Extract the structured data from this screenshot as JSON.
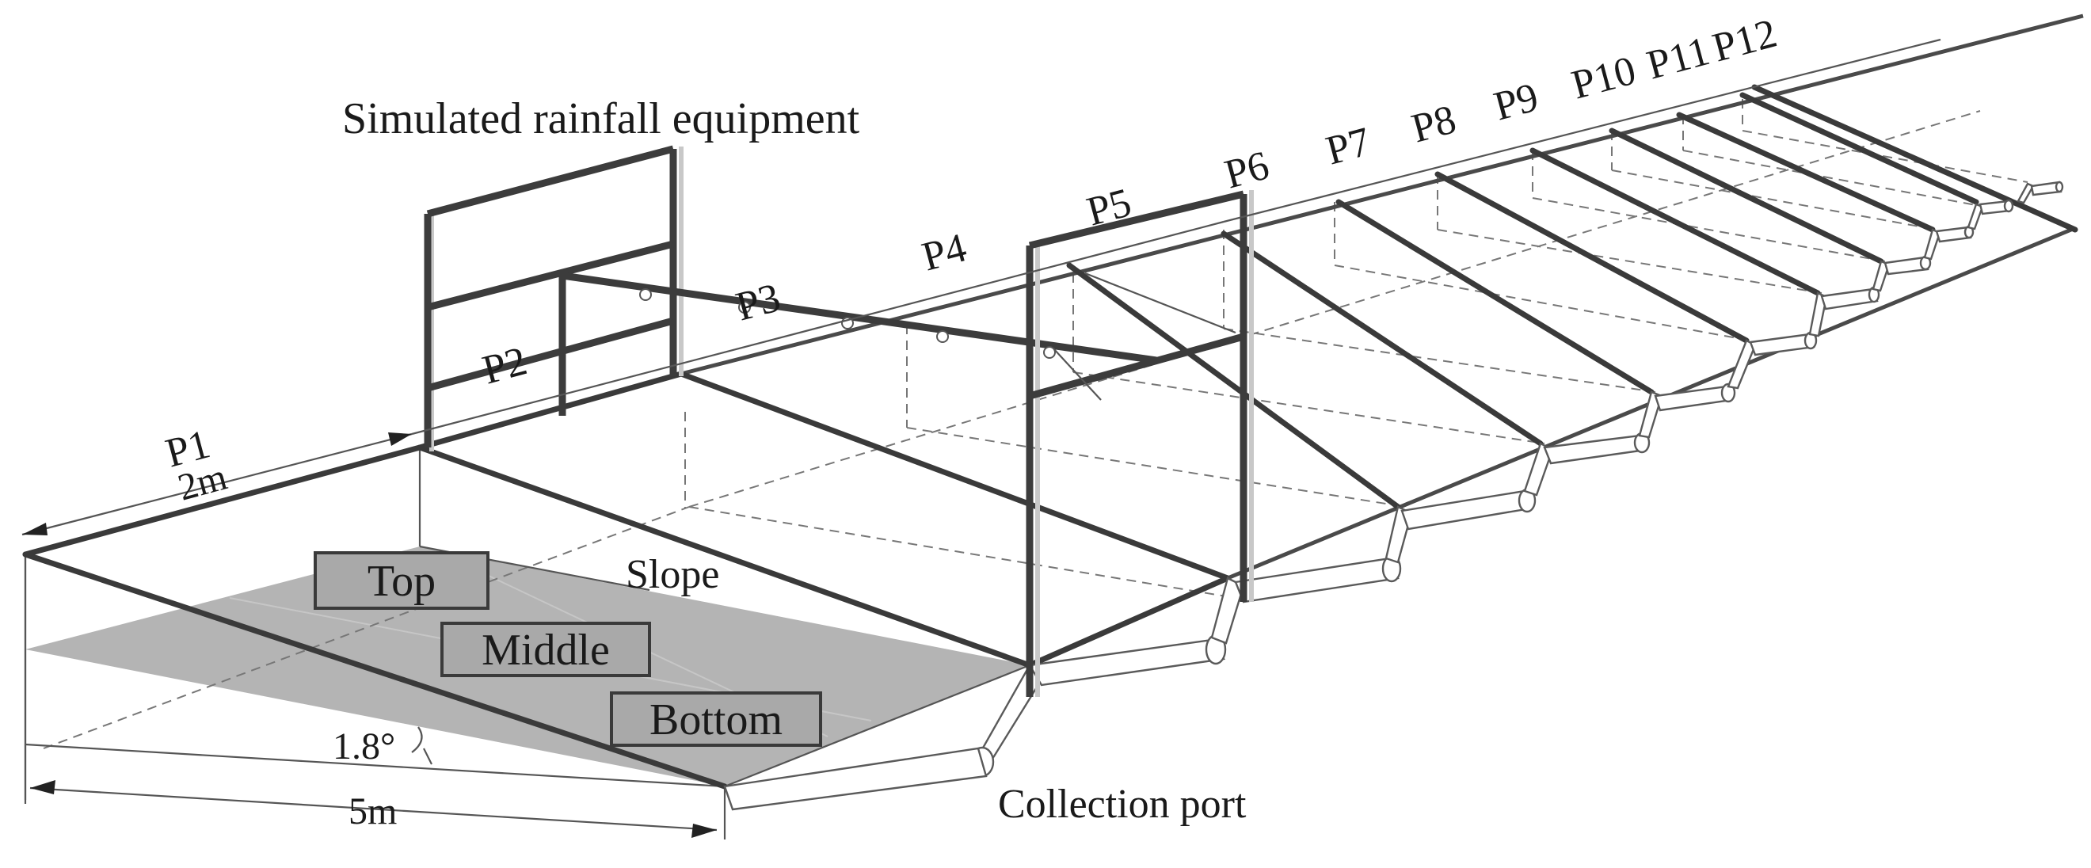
{
  "labels": {
    "rainfall_equipment": "Simulated rainfall equipment",
    "slope": "Slope",
    "collection_port": "Collection port",
    "length_2m": "2m",
    "length_5m": "5m",
    "angle": "1.8°"
  },
  "zones": {
    "top": "Top",
    "middle": "Middle",
    "bottom": "Bottom"
  },
  "plots": [
    "P1",
    "P2",
    "P3",
    "P4",
    "P5",
    "P6",
    "P7",
    "P8",
    "P9",
    "P10",
    "P11",
    "P12"
  ],
  "colors": {
    "slope_surface": "#b4b4b4",
    "frame": "#3c3c3c"
  }
}
